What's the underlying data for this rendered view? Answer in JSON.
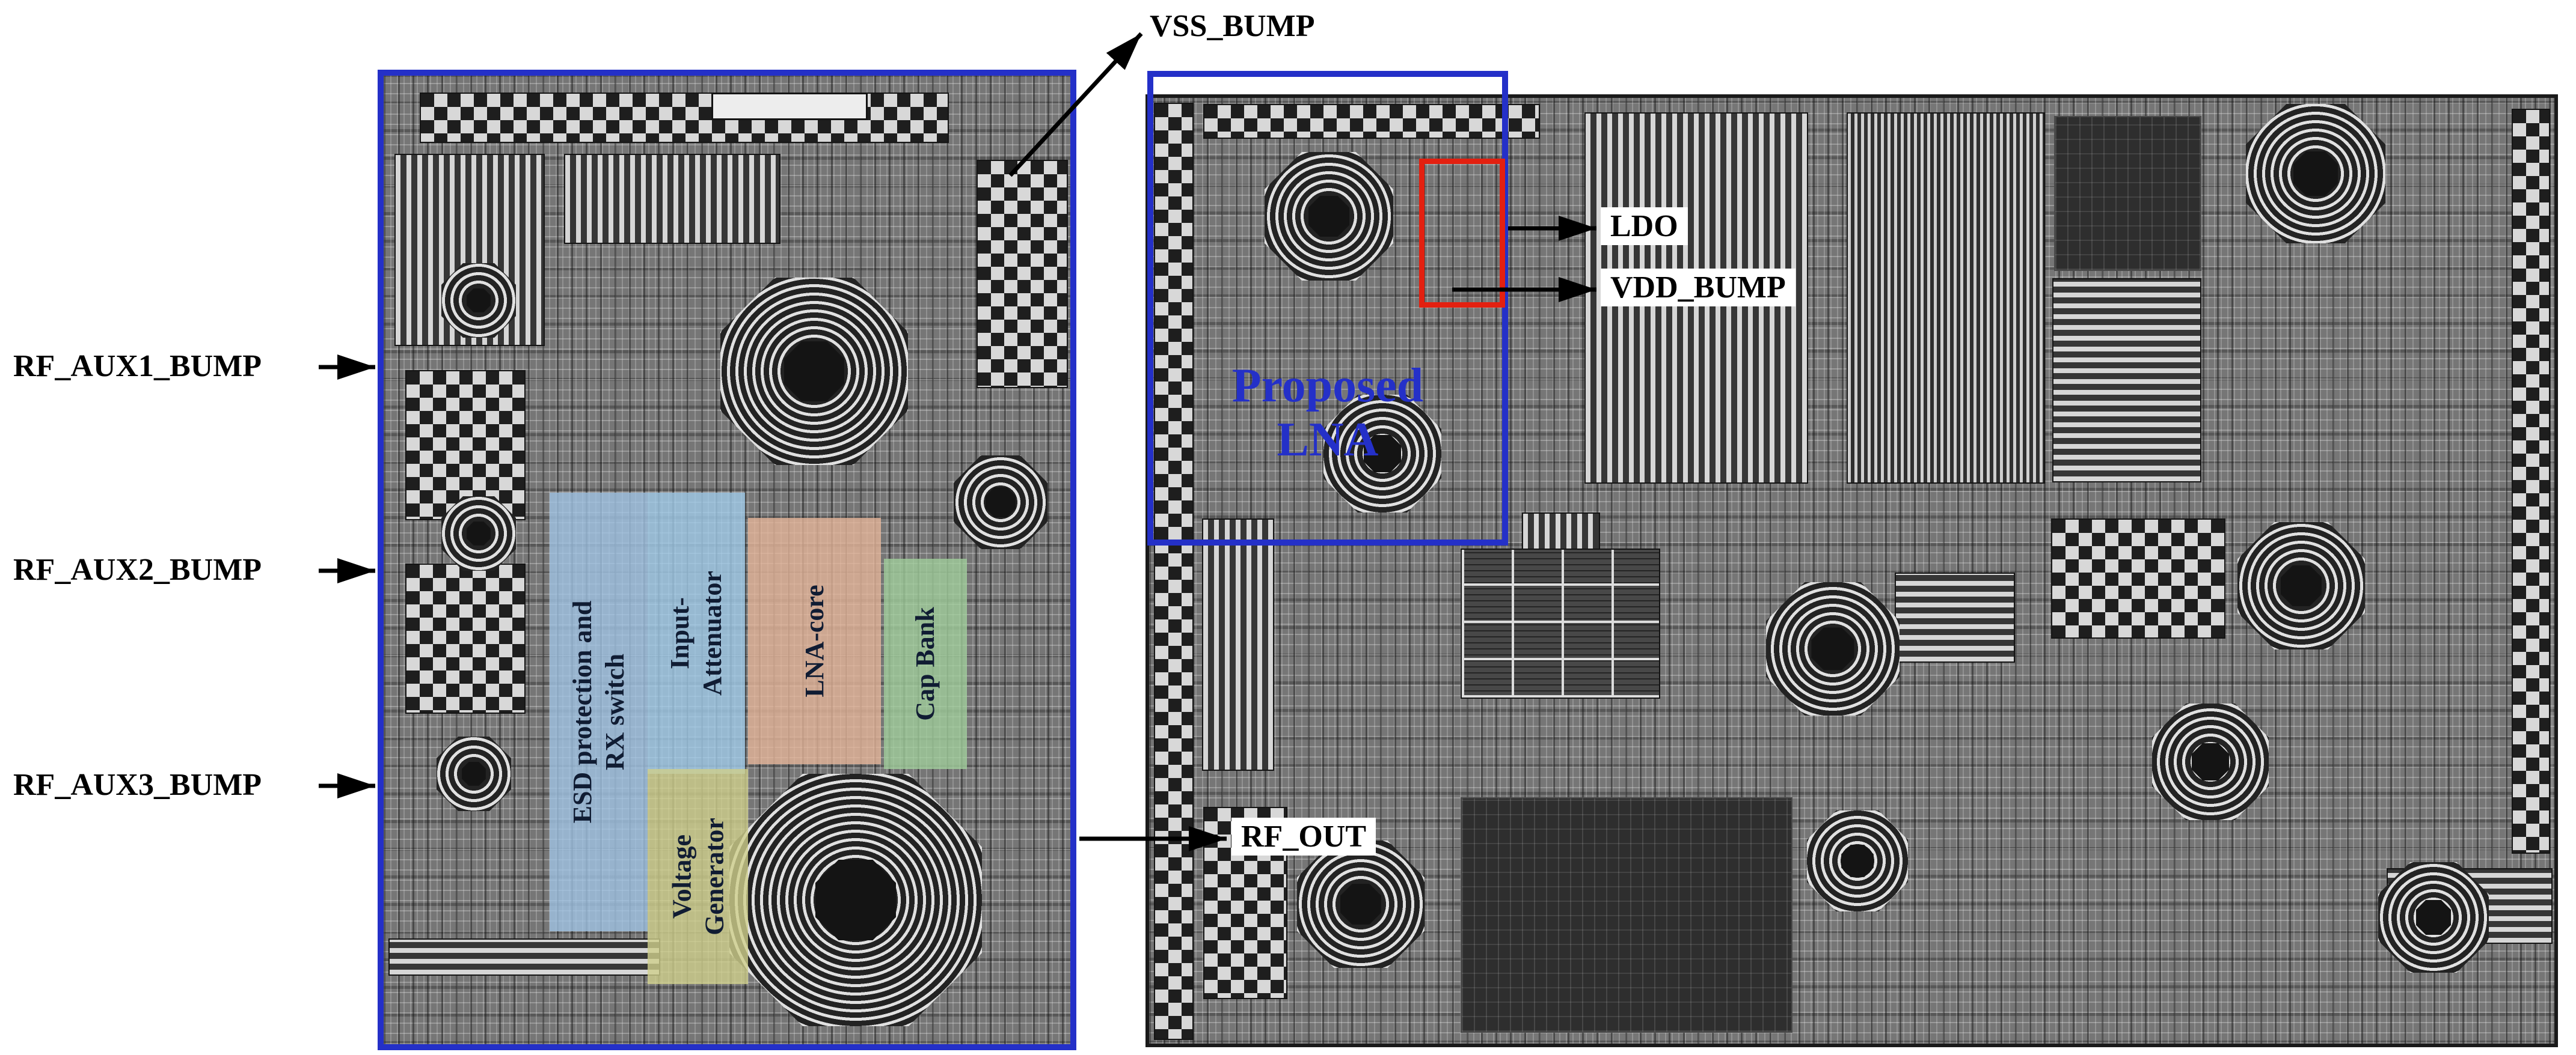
{
  "annotations": {
    "vss_bump": "VSS_BUMP",
    "rf_aux1_bump": "RF_AUX1_BUMP",
    "rf_aux2_bump": "RF_AUX2_BUMP",
    "rf_aux3_bump": "RF_AUX3_BUMP",
    "ldo": "LDO",
    "vdd_bump": "VDD_BUMP",
    "rf_out": "RF_OUT"
  },
  "right_panel": {
    "proposed_lna": {
      "line1": "Proposed",
      "line2": "LNA"
    }
  },
  "left_panel": {
    "regions": [
      {
        "label": "ESD protection and RX switch",
        "color": "#a0c3e4"
      },
      {
        "label": "Input-Attenuator",
        "color": "#a0cbe8"
      },
      {
        "label": "LNA-core",
        "color": "#e3b498"
      },
      {
        "label": "Cap Bank",
        "color": "#a0cd9b"
      },
      {
        "label": "Voltage Generator",
        "color": "#d0d08c"
      }
    ]
  },
  "colors": {
    "highlight_box": "#2430c8",
    "callout_box": "#e32010",
    "arrow": "#000000"
  }
}
